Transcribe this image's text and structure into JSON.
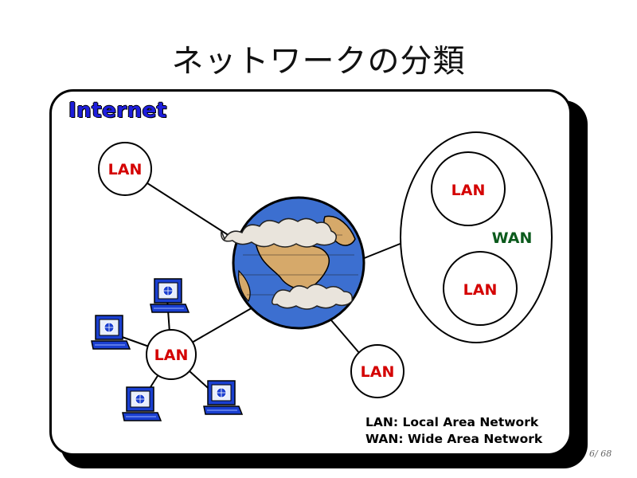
{
  "slide": {
    "title": "ネットワークの分類",
    "page_number": "6/ 68"
  },
  "diagram": {
    "internet_label": "Internet",
    "nodes": {
      "lan_top_left": "LAN",
      "lan_computers": "LAN",
      "lan_bottom": "LAN",
      "wan_lan_upper": "LAN",
      "wan_lan_lower": "LAN"
    },
    "wan_label": "WAN",
    "icons": [
      "globe-icon",
      "computer-icon",
      "computer-icon",
      "computer-icon",
      "computer-icon"
    ]
  },
  "legend": {
    "lan": "LAN: Local Area Network",
    "wan": "WAN: Wide Area Network"
  },
  "colors": {
    "internet_text": "#1e1edc",
    "lan_text": "#d40000",
    "wan_text": "#0b5a1c",
    "computer_blue": "#1a3fd0"
  }
}
